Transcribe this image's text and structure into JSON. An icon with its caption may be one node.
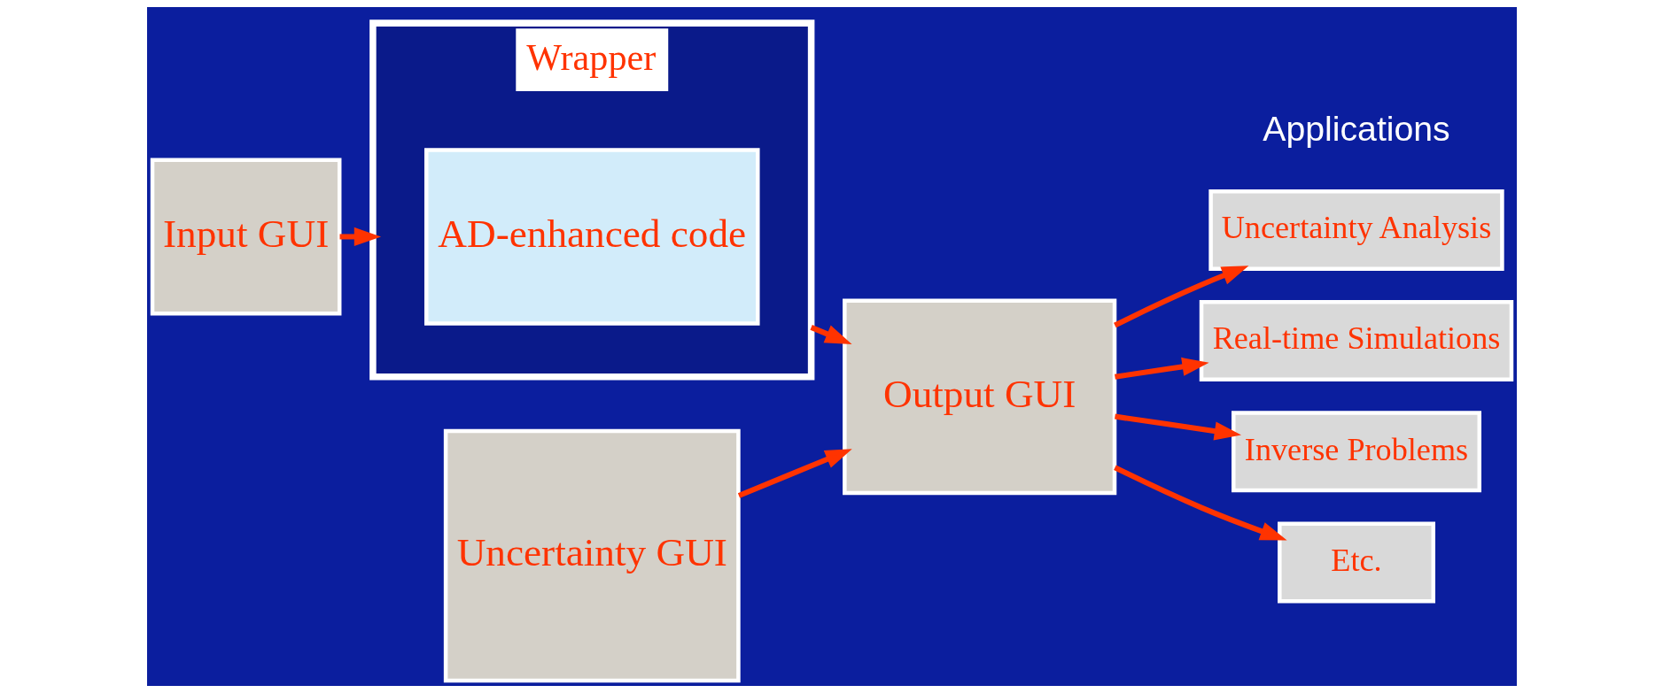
{
  "diagram": {
    "nodes": [
      {
        "text": [
          "Input GUI"
        ]
      },
      {
        "text": [
          "Wrapper"
        ]
      },
      {
        "text": [
          "AD-enhanced code"
        ],
        "in": 1
      },
      {
        "text": [
          "Output GUI"
        ]
      },
      {
        "text": [
          "Uncertainty GUI"
        ]
      },
      {
        "text": [
          "Uncertainty Analysis"
        ]
      },
      {
        "text": [
          "Real-time Simulations"
        ]
      },
      {
        "text": [
          "Inverse Problems"
        ]
      },
      {
        "text": [
          "Etc."
        ]
      }
    ],
    "edges": [
      {
        "from": 0,
        "to": 1,
        "arrow": "to"
      },
      {
        "from": 1,
        "to": 3,
        "arrow": "to"
      },
      {
        "from": 4,
        "to": 3,
        "arrow": "to"
      },
      {
        "from": 3,
        "to": 5,
        "arrow": "to"
      },
      {
        "from": 3,
        "to": 6,
        "arrow": "to"
      },
      {
        "from": 3,
        "to": 7,
        "arrow": "to"
      },
      {
        "from": 3,
        "to": 8,
        "arrow": "to"
      }
    ],
    "labels": [
      "Applications"
    ]
  }
}
